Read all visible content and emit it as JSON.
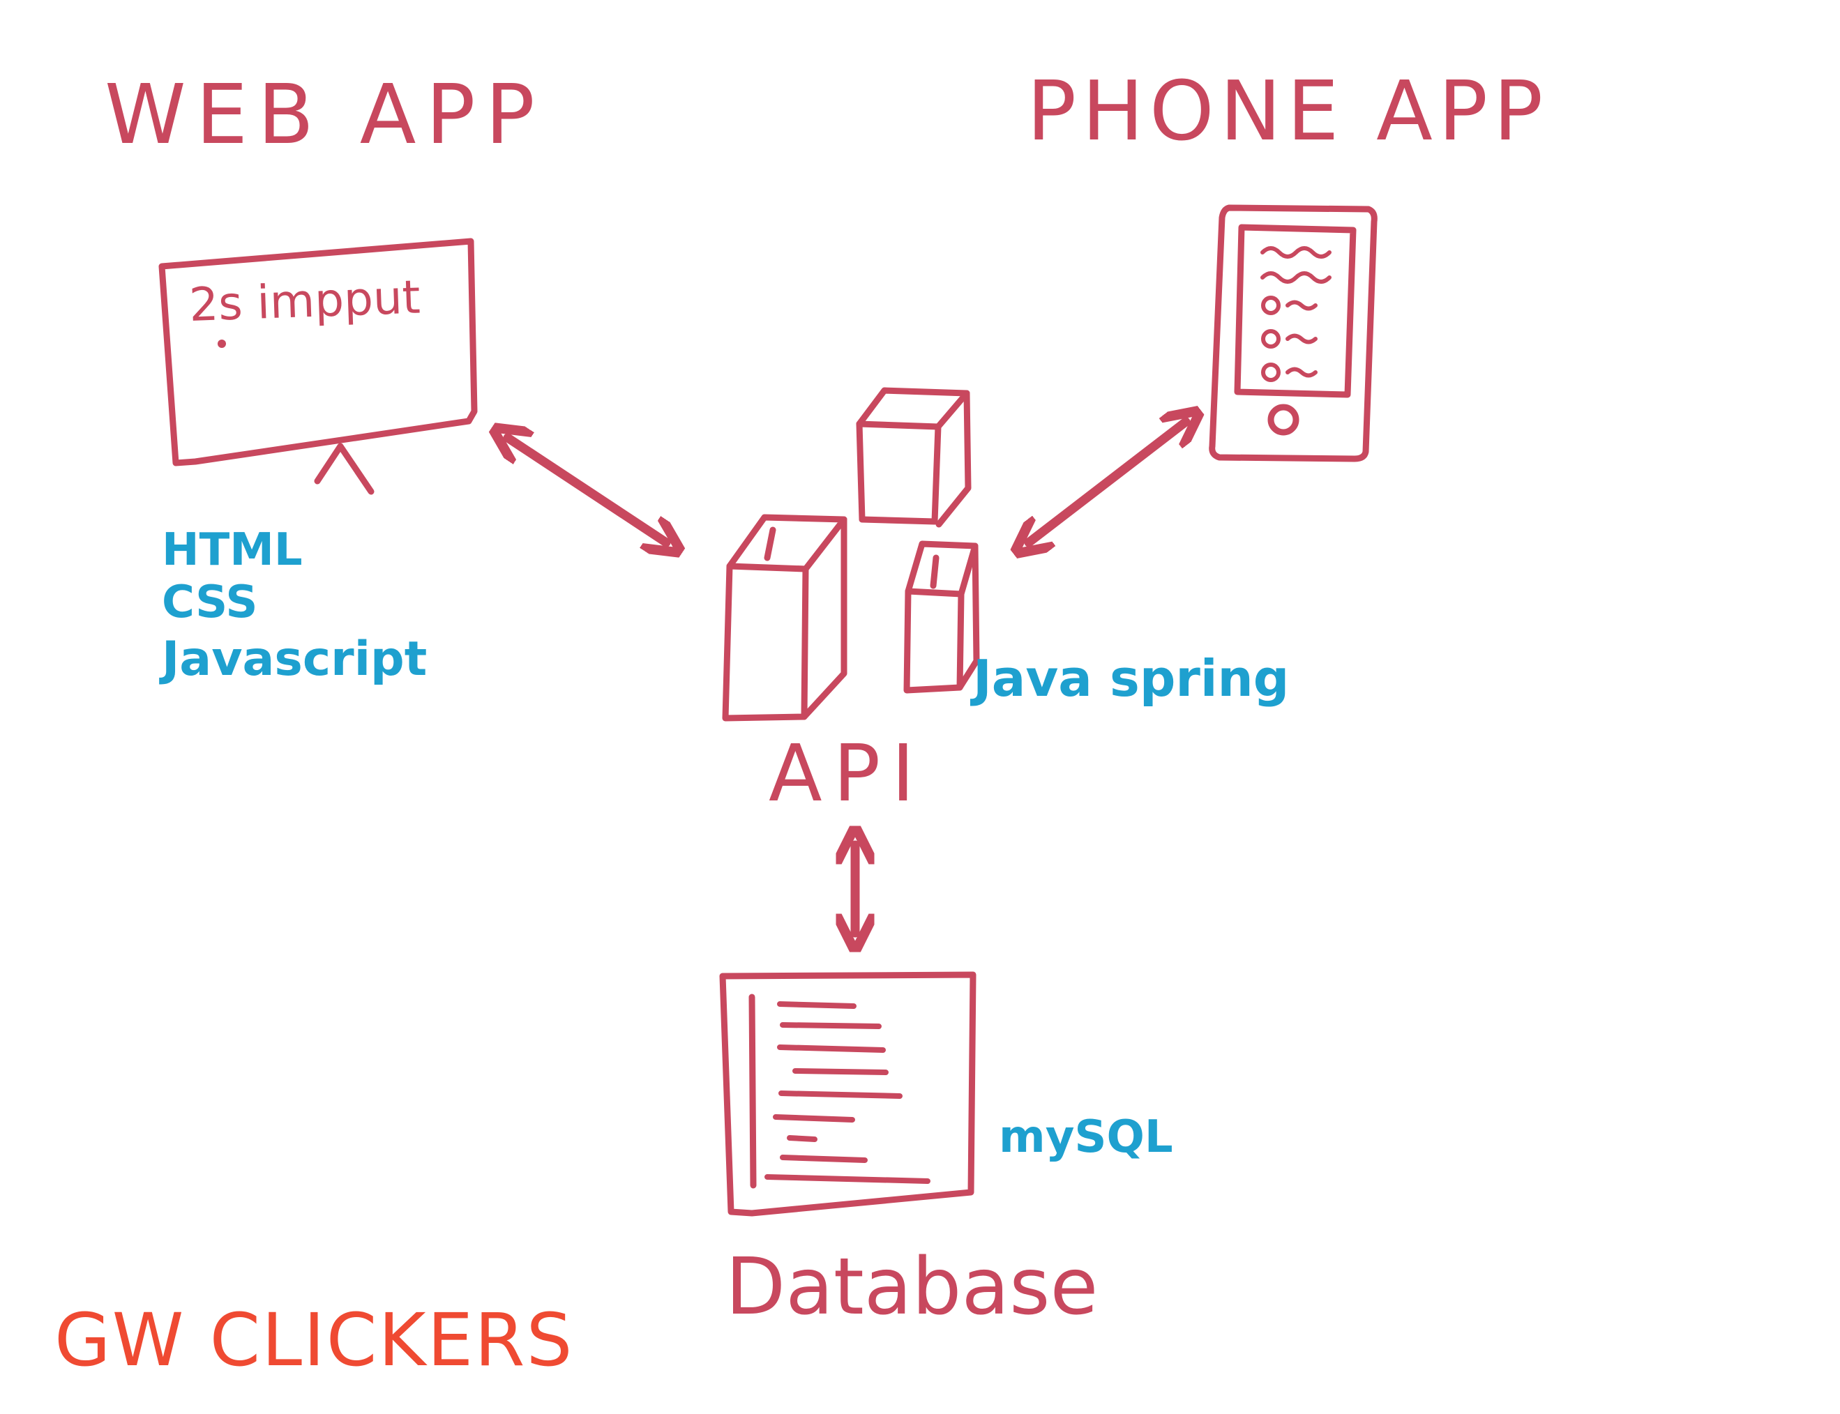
{
  "colors": {
    "marker_red": "#c8485e",
    "marker_blue": "#1ea0cf",
    "marker_orange": "#ef4a32",
    "background": "#ffffff"
  },
  "nodes": {
    "web_app": {
      "title": "WEB APP",
      "screen_text": "2s impput",
      "tech": [
        "HTML",
        "CSS",
        "Javascript"
      ],
      "icon": "monitor-icon"
    },
    "phone_app": {
      "title": "PHONE APP",
      "icon": "smartphone-icon"
    },
    "api": {
      "title": "API",
      "tech": "Java spring",
      "icon": "cubes-icon"
    },
    "database": {
      "title": "Database",
      "tech": "mySQL",
      "icon": "document-icon"
    }
  },
  "connections": [
    {
      "from": "API",
      "to": "WEB APP",
      "direction": "bidirectional"
    },
    {
      "from": "API",
      "to": "PHONE APP",
      "direction": "bidirectional"
    },
    {
      "from": "API",
      "to": "Database",
      "direction": "bidirectional"
    }
  ],
  "footer": {
    "brand": "GW CLICKERS"
  }
}
